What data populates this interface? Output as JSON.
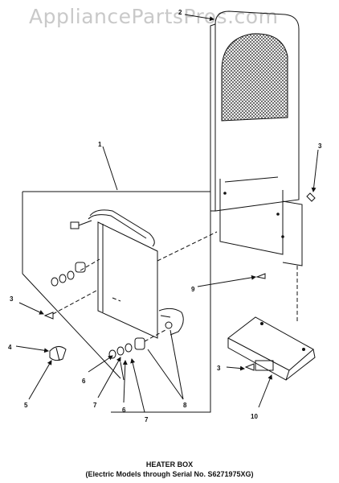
{
  "watermark": "AppliancePartsPros.com",
  "caption": {
    "title": "HEATER BOX",
    "subtitle": "(Electric Models through Serial No. S6271975XG)"
  },
  "callouts": {
    "c1": "1",
    "c2": "2",
    "c3a": "3",
    "c3b": "3",
    "c3c": "3",
    "c4": "4",
    "c5": "5",
    "c6a": "6",
    "c6b": "6",
    "c7a": "7",
    "c7b": "7",
    "c8": "8",
    "c9": "9",
    "c10": "10"
  }
}
